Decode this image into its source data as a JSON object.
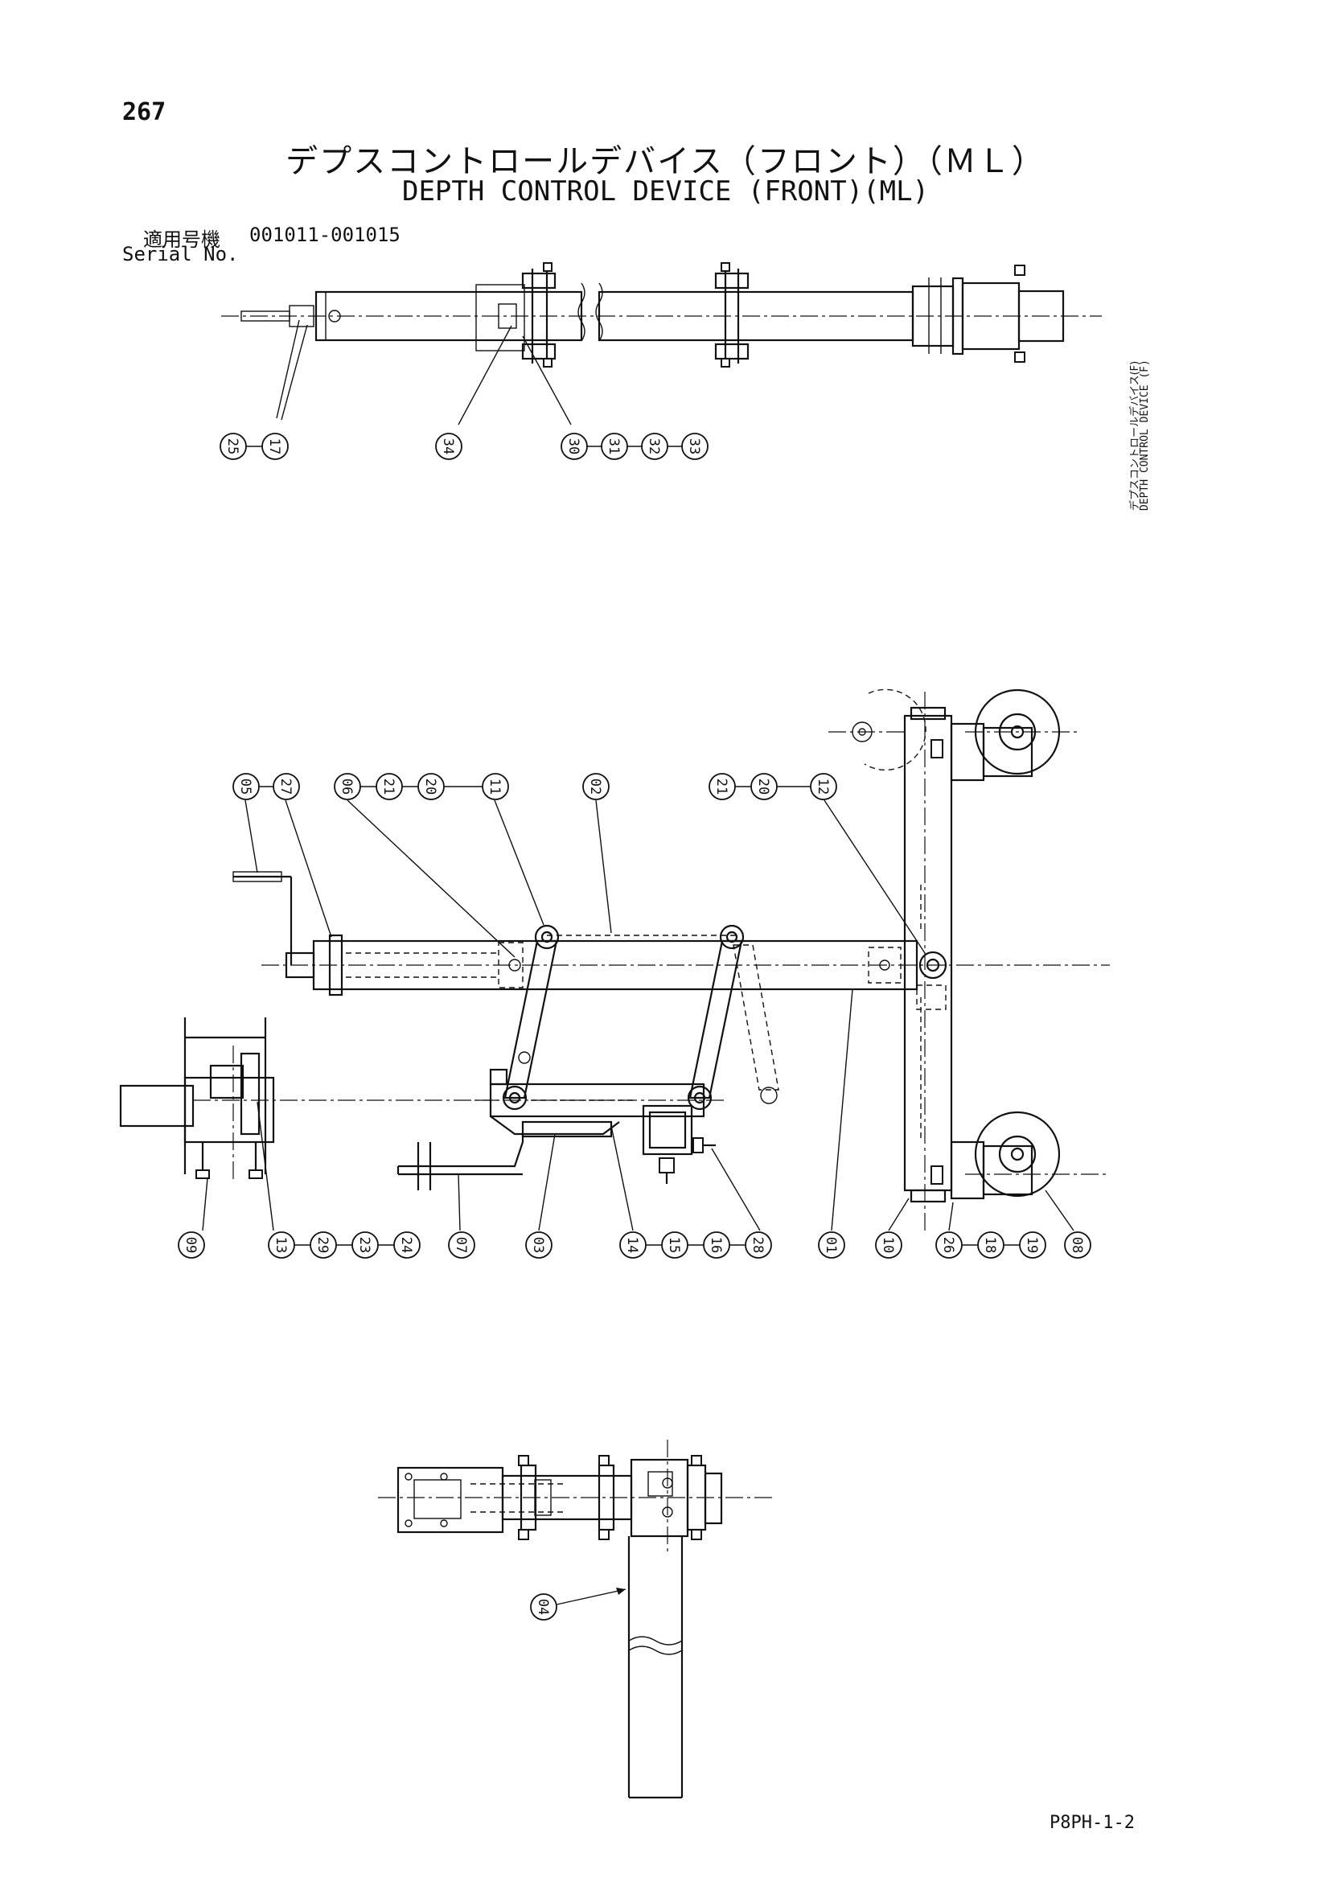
{
  "page_number": "267",
  "title_jp": "デプスコントロールデバイス（フロント）（ＭＬ）",
  "title_en": "DEPTH CONTROL DEVICE (FRONT)(ML)",
  "serial": {
    "label_jp": "適用号機",
    "label_en": "Serial No.",
    "value": "001011-001015"
  },
  "side_label": {
    "jp": "デプスコントロールデバイス(F)",
    "en": "DEPTH CONTROL DEVICE (F)"
  },
  "sheet_code": "P8PH-1-2",
  "views": {
    "top_view": {
      "callouts": [
        "25",
        "17",
        "34",
        "30",
        "31",
        "32",
        "33"
      ]
    },
    "side_view": {
      "callouts_top": [
        "05",
        "27",
        "06",
        "21",
        "20",
        "11",
        "02",
        "21",
        "20",
        "12"
      ],
      "callouts_bottom": [
        "09",
        "13",
        "29",
        "23",
        "24",
        "07",
        "03",
        "14",
        "15",
        "16",
        "28",
        "01",
        "10",
        "26",
        "18",
        "19",
        "08"
      ]
    },
    "bottom_view": {
      "callouts": [
        "04"
      ]
    }
  }
}
